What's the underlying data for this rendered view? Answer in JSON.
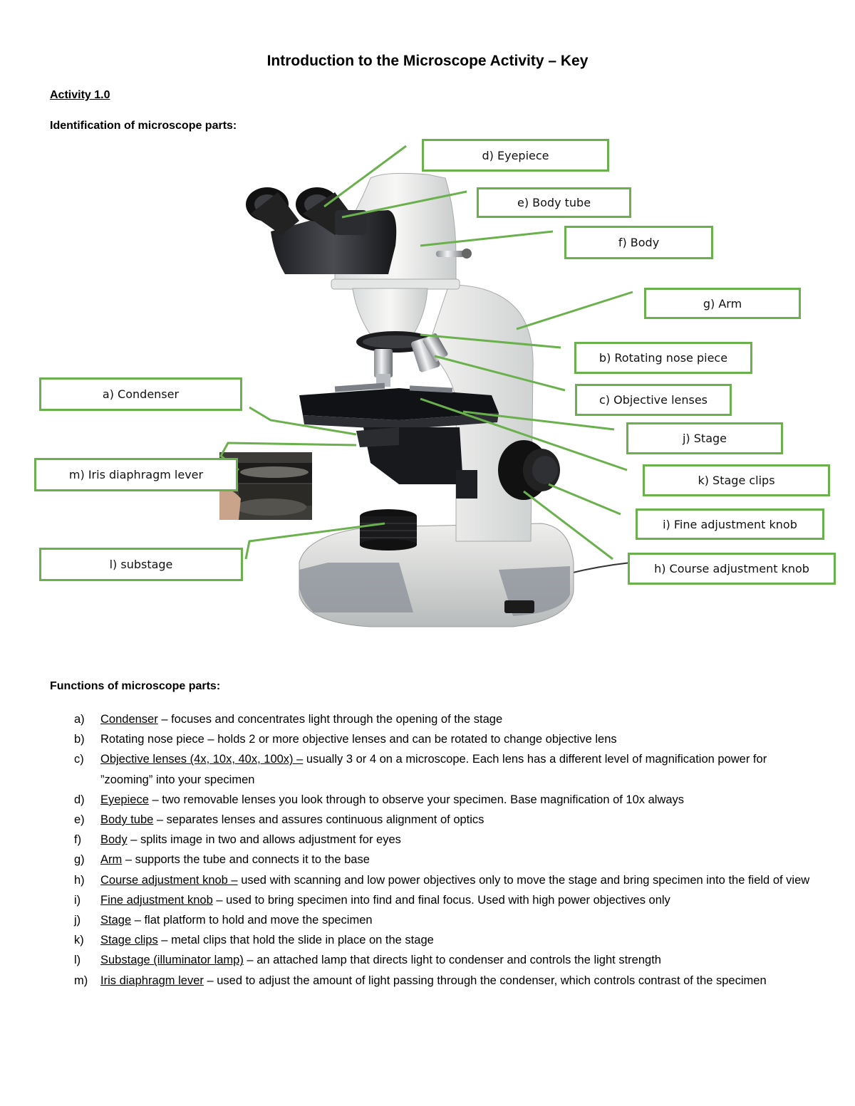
{
  "title": "Introduction to the Microscope Activity – Key",
  "activity_heading": "Activity 1.0",
  "identification_heading": "Identification of microscope parts:",
  "labels": {
    "eyepiece": "d) Eyepiece",
    "body_tube": "e) Body tube",
    "body": "f) Body",
    "arm": "g) Arm",
    "rotating_nose_piece": "b) Rotating nose piece",
    "condenser": "a) Condenser",
    "objective_lenses": "c) Objective lenses",
    "stage": "j) Stage",
    "iris_diaphragm_lever": "m) Iris diaphragm lever",
    "stage_clips": "k) Stage clips",
    "fine_adjustment_knob": "i) Fine adjustment knob",
    "substage": "l) substage",
    "course_adjustment_knob": "h) Course adjustment knob"
  },
  "functions_heading": "Functions of microscope parts:",
  "functions": [
    {
      "marker": "a)",
      "term": "Condenser",
      "desc": " – focuses and concentrates light through the opening of the stage"
    },
    {
      "marker": "b)",
      "term": "",
      "desc": "Rotating nose piece – holds 2 or more objective lenses and can be rotated to change objective lens"
    },
    {
      "marker": "c)",
      "term": "Objective lenses (4x, 10x, 40x, 100x) –",
      "desc": " usually 3 or 4 on a microscope. Each lens has a different level of magnification power for ”zooming” into your specimen"
    },
    {
      "marker": "d)",
      "term": "Eyepiece",
      "desc": " – two removable lenses you look through to observe your specimen. Base magnification of 10x always"
    },
    {
      "marker": "e)",
      "term": "Body tube",
      "desc": " – separates lenses and assures continuous alignment of optics"
    },
    {
      "marker": "f)",
      "term": "Body",
      "desc": " – splits image in two and allows adjustment for eyes"
    },
    {
      "marker": "g)",
      "term": "Arm",
      "desc": " – supports the tube and connects it to the base"
    },
    {
      "marker": "h)",
      "term": "Course adjustment knob –",
      "desc": " used with scanning and low power objectives only to move the stage and bring specimen into the field of view"
    },
    {
      "marker": "i)",
      "term": "Fine adjustment knob",
      "desc": " – used to bring specimen into find and final focus. Used with high power objectives only"
    },
    {
      "marker": "j)",
      "term": "Stage",
      "desc": " – flat platform to hold and move the specimen"
    },
    {
      "marker": "k)",
      "term": "Stage clips",
      "desc": " – metal clips that hold the slide in place on the stage"
    },
    {
      "marker": "l)",
      "term": "Substage (illuminator lamp)",
      "desc": " – an attached lamp that directs light to condenser and controls the light strength"
    },
    {
      "marker": "m)",
      "term": "Iris diaphragm lever",
      "desc": " – used to adjust the amount of light passing through the condenser, which controls contrast of the specimen"
    }
  ],
  "colors": {
    "label_border": "#6ab04c",
    "leader_line": "#6ab04c"
  }
}
